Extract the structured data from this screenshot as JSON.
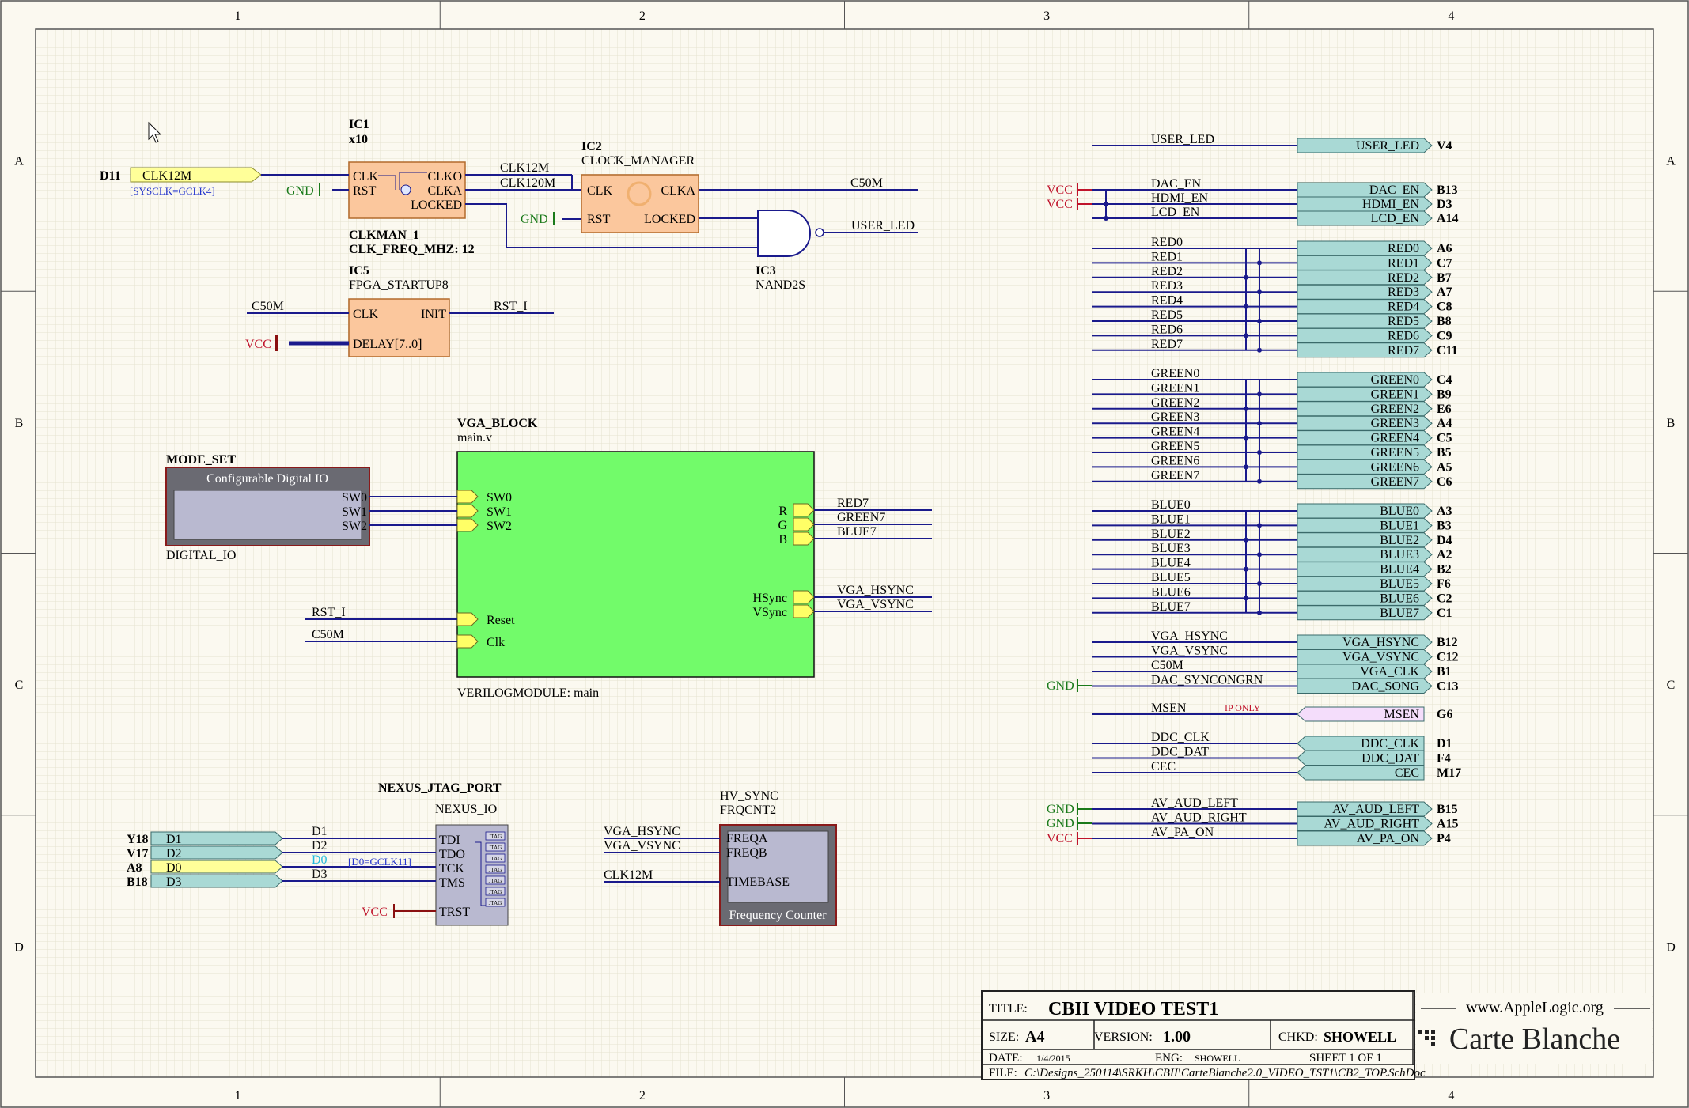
{
  "borders": {
    "cols": [
      "1",
      "2",
      "3",
      "4"
    ],
    "rows": [
      "A",
      "B",
      "C",
      "D"
    ]
  },
  "ic1": {
    "ref": "IC1",
    "sub": "x10",
    "pins_left": [
      "CLK",
      "RST"
    ],
    "pins_right": [
      "CLKO",
      "CLKA",
      "LOCKED"
    ],
    "name": "CLKMAN_1",
    "param": "CLK_FREQ_MHZ: 12"
  },
  "ic2": {
    "ref": "IC2",
    "type": "CLOCK_MANAGER",
    "pins_left": [
      "CLK",
      "RST"
    ],
    "pins_right": [
      "CLKA",
      "LOCKED"
    ]
  },
  "ic3": {
    "ref": "IC3",
    "type": "NAND2S"
  },
  "ic5": {
    "ref": "IC5",
    "type": "FPGA_STARTUP8",
    "pins_left": [
      "CLK",
      "DELAY[7..0]"
    ],
    "pins_right": [
      "INIT"
    ]
  },
  "clk_port": {
    "pin": "D11",
    "label": "CLK12M",
    "note": "[SYSCLK=GCLK4]"
  },
  "power": {
    "gnd": "GND",
    "vcc": "VCC"
  },
  "top_nets": {
    "clk12m": "CLK12M",
    "clk120m": "CLK120M",
    "c50m": "C50M",
    "user_led": "USER_LED",
    "rst_i": "RST_I"
  },
  "mode_set": {
    "name": "MODE_SET",
    "title": "Configurable Digital IO",
    "pins": [
      "SW0",
      "SW1",
      "SW2"
    ],
    "type": "DIGITAL_IO"
  },
  "vga_block": {
    "name": "VGA_BLOCK",
    "file": "main.v",
    "inputs": [
      "SW0",
      "SW1",
      "SW2"
    ],
    "rgb": [
      "R",
      "G",
      "B"
    ],
    "sync": [
      "HSync",
      "VSync"
    ],
    "ctrl": [
      "Reset",
      "Clk"
    ],
    "module": "VERILOGMODULE: main"
  },
  "vga_out_nets": [
    "RED7",
    "GREEN7",
    "BLUE7",
    "VGA_HSYNC",
    "VGA_VSYNC"
  ],
  "vga_in_nets": [
    "RST_I",
    "C50M"
  ],
  "jtag": {
    "name": "NEXUS_JTAG_PORT",
    "type": "NEXUS_IO",
    "pins": [
      "TDI",
      "TDO",
      "TCK",
      "TMS",
      "TRST"
    ],
    "ports": [
      {
        "pin": "Y18",
        "label": "D1"
      },
      {
        "pin": "V17",
        "label": "D2"
      },
      {
        "pin": "A8",
        "label": "D0"
      },
      {
        "pin": "B18",
        "label": "D3"
      }
    ],
    "nets": [
      "D1",
      "D2",
      "D0",
      "D3"
    ],
    "note": "[D0=GCLK11]",
    "chain_label": "JTAG"
  },
  "hvsync": {
    "name": "HV_SYNC",
    "type": "FRQCNT2",
    "pins": [
      "FREQA",
      "FREQB",
      "TIMEBASE"
    ],
    "title": "Frequency Counter",
    "nets": [
      "VGA_HSYNC",
      "VGA_VSYNC",
      "CLK12M"
    ]
  },
  "right_ports": {
    "user_led": {
      "net": "USER_LED",
      "label": "USER_LED",
      "pin": "V4"
    },
    "en": [
      {
        "net": "DAC_EN",
        "label": "DAC_EN",
        "pin": "B13"
      },
      {
        "net": "HDMI_EN",
        "label": "HDMI_EN",
        "pin": "D3"
      },
      {
        "net": "LCD_EN",
        "label": "LCD_EN",
        "pin": "A14"
      }
    ],
    "red": [
      {
        "net": "RED0",
        "pin": "A6"
      },
      {
        "net": "RED1",
        "pin": "C7"
      },
      {
        "net": "RED2",
        "pin": "B7"
      },
      {
        "net": "RED3",
        "pin": "A7"
      },
      {
        "net": "RED4",
        "pin": "C8"
      },
      {
        "net": "RED5",
        "pin": "B8"
      },
      {
        "net": "RED6",
        "pin": "C9"
      },
      {
        "net": "RED7",
        "pin": "C11"
      }
    ],
    "green": [
      {
        "net": "GREEN0",
        "pin": "C4"
      },
      {
        "net": "GREEN1",
        "pin": "B9"
      },
      {
        "net": "GREEN2",
        "pin": "E6"
      },
      {
        "net": "GREEN3",
        "pin": "A4"
      },
      {
        "net": "GREEN4",
        "pin": "C5"
      },
      {
        "net": "GREEN5",
        "pin": "B5"
      },
      {
        "net": "GREEN6",
        "pin": "A5"
      },
      {
        "net": "GREEN7",
        "pin": "C6"
      }
    ],
    "blue": [
      {
        "net": "BLUE0",
        "pin": "A3"
      },
      {
        "net": "BLUE1",
        "pin": "B3"
      },
      {
        "net": "BLUE2",
        "pin": "D4"
      },
      {
        "net": "BLUE3",
        "pin": "A2"
      },
      {
        "net": "BLUE4",
        "pin": "B2"
      },
      {
        "net": "BLUE5",
        "pin": "F6"
      },
      {
        "net": "BLUE6",
        "pin": "C2"
      },
      {
        "net": "BLUE7",
        "pin": "C1"
      }
    ],
    "sync": [
      {
        "net": "VGA_HSYNC",
        "label": "VGA_HSYNC",
        "pin": "B12"
      },
      {
        "net": "VGA_VSYNC",
        "label": "VGA_VSYNC",
        "pin": "C12"
      },
      {
        "net": "C50M",
        "label": "VGA_CLK",
        "pin": "B1"
      },
      {
        "net": "DAC_SYNCONGRN",
        "label": "DAC_SONG",
        "pin": "C13"
      }
    ],
    "msen": {
      "net": "MSEN",
      "label": "MSEN",
      "pin": "G6",
      "note": "IP ONLY"
    },
    "ddc": [
      {
        "net": "DDC_CLK",
        "label": "DDC_CLK",
        "pin": "D1"
      },
      {
        "net": "DDC_DAT",
        "label": "DDC_DAT",
        "pin": "F4"
      },
      {
        "net": "CEC",
        "label": "CEC",
        "pin": "M17"
      }
    ],
    "av": [
      {
        "net": "AV_AUD_LEFT",
        "label": "AV_AUD_LEFT",
        "pin": "B15"
      },
      {
        "net": "AV_AUD_RIGHT",
        "label": "AV_AUD_RIGHT",
        "pin": "A15"
      },
      {
        "net": "AV_PA_ON",
        "label": "AV_PA_ON",
        "pin": "P4"
      }
    ]
  },
  "title_block": {
    "title_label": "TITLE:",
    "title": "CBII VIDEO TEST1",
    "size_label": "SIZE:",
    "size": "A4",
    "version_label": "VERSION:",
    "version": "1.00",
    "chkd_label": "CHKD:",
    "chkd": "SHOWELL",
    "date_label": "DATE:",
    "date": "1/4/2015",
    "eng_label": "ENG:",
    "eng": "SHOWELL",
    "sheet": "SHEET 1 OF 1",
    "file_label": "FILE:",
    "file": "C:\\Designs_250114\\SRKH\\CBII\\CarteBlanche2.0_VIDEO_TST1\\CB2_TOP.SchDoc",
    "site": "www.AppleLogic.org",
    "brand": "Carte Blanche"
  }
}
